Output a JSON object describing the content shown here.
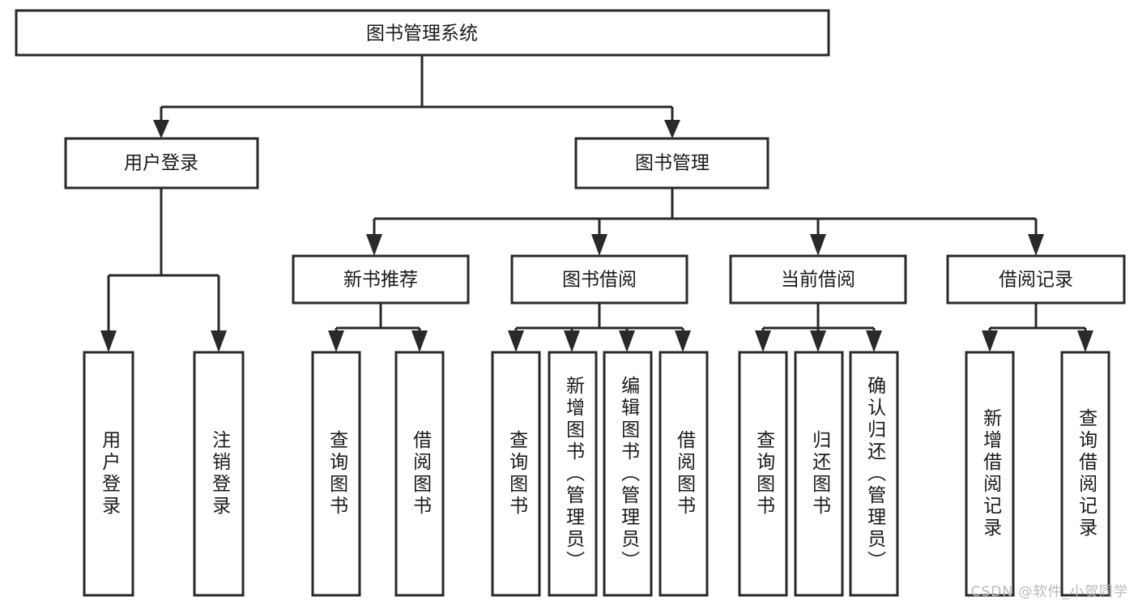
{
  "diagram": {
    "title": "图书管理系统",
    "type": "tree-hierarchy-diagram",
    "orientation": "top-down",
    "colors": {
      "box_fill": "#ffffff",
      "box_stroke": "#27292b",
      "connector": "#27292b",
      "text": "#1a1a1a",
      "background": "#ffffff",
      "watermark": "#b9b9b9"
    },
    "root": {
      "label": "图书管理系统"
    },
    "level2": [
      {
        "id": "user-login",
        "label": "用户登录"
      },
      {
        "id": "book-manage",
        "label": "图书管理"
      }
    ],
    "level3": [
      {
        "id": "new-book-recommend",
        "label": "新书推荐"
      },
      {
        "id": "book-borrow",
        "label": "图书借阅"
      },
      {
        "id": "current-borrow",
        "label": "当前借阅"
      },
      {
        "id": "borrow-record",
        "label": "借阅记录"
      }
    ],
    "leaves": {
      "user-login": [
        {
          "id": "leaf-user-login",
          "label": "用户登录"
        },
        {
          "id": "leaf-user-logout",
          "label": "注销登录"
        }
      ],
      "new-book-recommend": [
        {
          "id": "leaf-query-book-1",
          "label": "查询图书"
        },
        {
          "id": "leaf-borrow-book-1",
          "label": "借阅图书"
        }
      ],
      "book-borrow": [
        {
          "id": "leaf-query-book-2",
          "label": "查询图书"
        },
        {
          "id": "leaf-add-book",
          "label": "新增图书（管理员）"
        },
        {
          "id": "leaf-edit-book",
          "label": "编辑图书（管理员）"
        },
        {
          "id": "leaf-borrow-book-2",
          "label": "借阅图书"
        }
      ],
      "current-borrow": [
        {
          "id": "leaf-query-book-3",
          "label": "查询图书"
        },
        {
          "id": "leaf-return-book",
          "label": "归还图书"
        },
        {
          "id": "leaf-confirm-return",
          "label": "确认归还（管理员）"
        }
      ],
      "borrow-record": [
        {
          "id": "leaf-add-record",
          "label": "新增借阅记录"
        },
        {
          "id": "leaf-query-record",
          "label": "查询借阅记录"
        }
      ]
    }
  },
  "watermark": {
    "text": "CSDN @软件_小贺同学"
  }
}
